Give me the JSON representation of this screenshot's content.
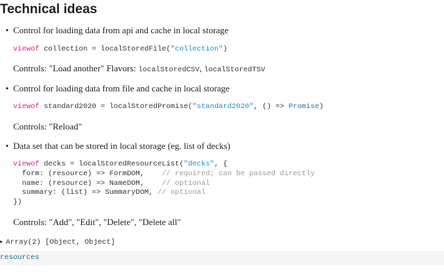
{
  "title": "Technical ideas",
  "items": [
    {
      "bullet": "Control for loading data from api and cache in local storage",
      "code": {
        "kw": "viewof",
        "pre": " collection = localStoredFile(",
        "str": "\"collection\"",
        "post": ")"
      },
      "controls": "Controls: \"Load another\" Flavors: ",
      "flavor1": "localStoredCSV",
      "sep": ", ",
      "flavor2": "localStoredTSV"
    },
    {
      "bullet": "Control for loading data from file and cache in local storage",
      "code": {
        "kw": "viewof",
        "pre": " standard2020 = localStoredPromise(",
        "str": "\"standard2020\"",
        "mid": ", () => ",
        "type": "Promise",
        "post": ")"
      },
      "controls": "Controls: \"Reload\""
    },
    {
      "bullet": "Data set that can be stored in local storage (eg. list of decks)",
      "code": {
        "kw": "viewof",
        "pre": " decks = localStoredResourceList(",
        "str": "\"decks\"",
        "post": ", {",
        "lines": [
          {
            "code": "  form: (resource) => FormDOM,    ",
            "comment": "// required; can be passed directly"
          },
          {
            "code": "  name: (resource) => NameDOM,    ",
            "comment": "// optional"
          },
          {
            "code": "  summary: (list) => SummaryDOM, ",
            "comment": "// optional"
          }
        ],
        "close": "})"
      },
      "controls": "Controls: \"Add\", \"Edit\", \"Delete\", \"Delete all\""
    }
  ],
  "output": "Array(2) [Object, Object]",
  "cell_name": "resources"
}
